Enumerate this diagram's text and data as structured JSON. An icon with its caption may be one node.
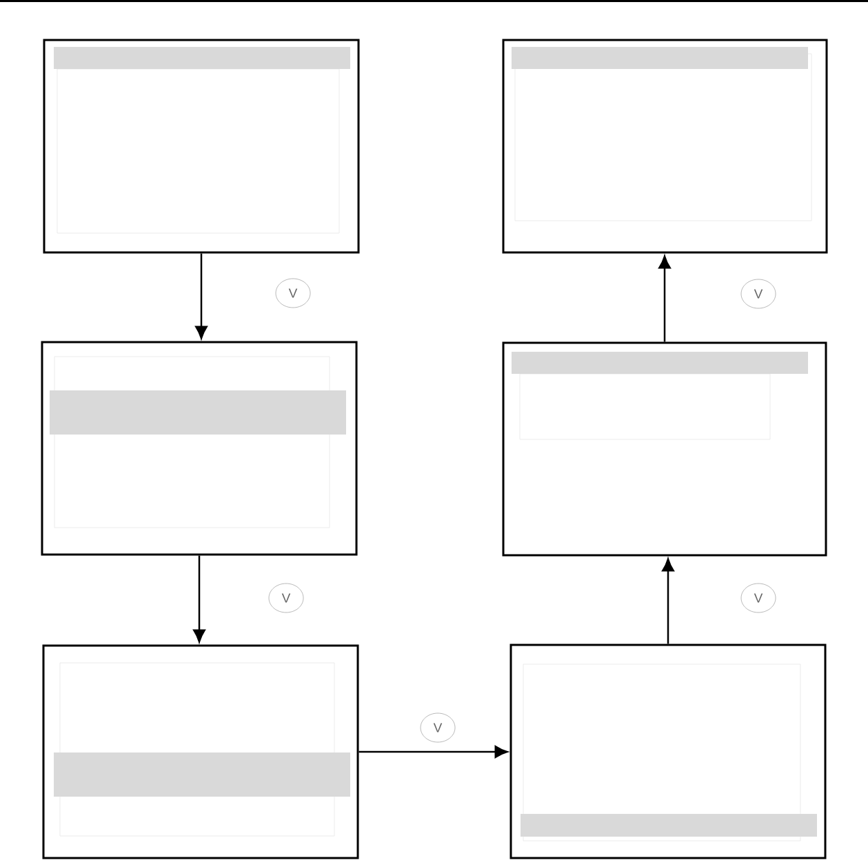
{
  "diagram": {
    "nodes": [
      {
        "text": [],
        "shape": "box"
      },
      {
        "text": [],
        "shape": "box"
      },
      {
        "text": [],
        "shape": "box"
      },
      {
        "text": [],
        "shape": "box"
      },
      {
        "text": [],
        "shape": "box"
      },
      {
        "text": [],
        "shape": "box"
      }
    ],
    "edges": [
      {
        "from": 0,
        "to": 2,
        "arrow": "to"
      },
      {
        "from": 2,
        "to": 4,
        "arrow": "to"
      },
      {
        "from": 4,
        "to": 5,
        "arrow": "to"
      },
      {
        "from": 5,
        "to": 3,
        "arrow": "to"
      },
      {
        "from": 3,
        "to": 1,
        "arrow": "to"
      }
    ],
    "labels": [
      "V",
      "V",
      "V",
      "V",
      "V"
    ]
  }
}
